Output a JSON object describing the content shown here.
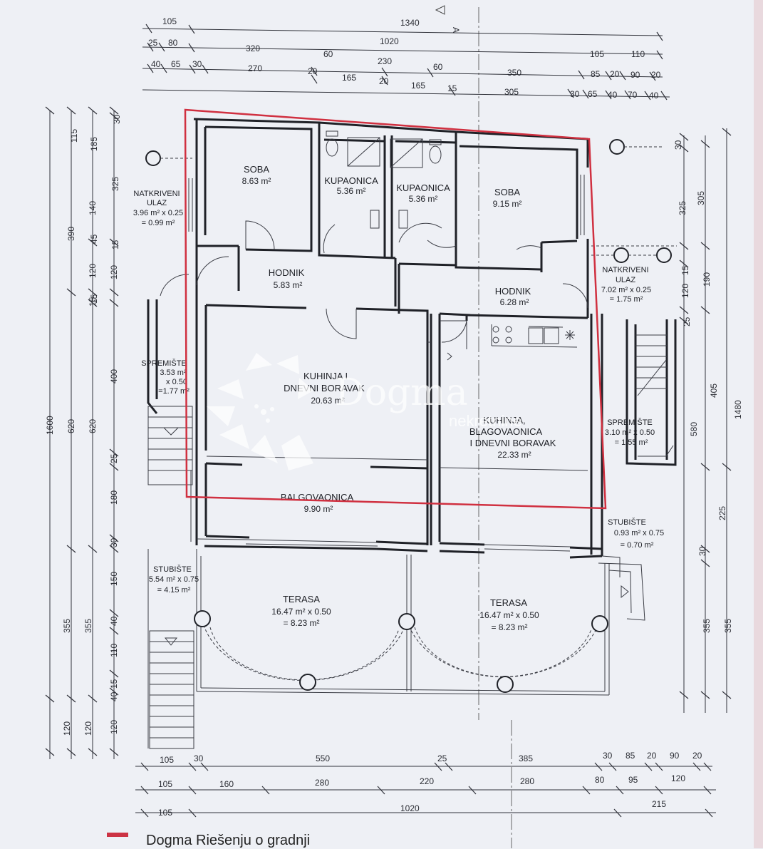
{
  "section_marker": "A",
  "top_dims": {
    "row1": [
      "105",
      "1340"
    ],
    "row2": [
      "25",
      "80",
      "1020"
    ],
    "row3": [
      "320",
      "60",
      "230",
      "60",
      "105",
      "110"
    ],
    "row4": [
      "40",
      "65",
      "30",
      "270",
      "20",
      "165",
      "20",
      "165",
      "15",
      "350",
      "85",
      "20",
      "90",
      "20"
    ],
    "row5": [
      "305",
      "30",
      "65",
      "40",
      "70",
      "40"
    ]
  },
  "left_dims": {
    "outer": [
      "1600",
      "390",
      "620",
      "355",
      "120"
    ],
    "mid": [
      "620",
      "355",
      "120"
    ],
    "inner": [
      "115",
      "185",
      "325",
      "140",
      "45",
      "120",
      "15",
      "400",
      "25",
      "180",
      "30",
      "150",
      "40",
      "110",
      "15",
      "40",
      "120"
    ],
    "inner2": [
      "30",
      "15",
      "120",
      "15"
    ]
  },
  "right_dims": [
    "30",
    "305",
    "325",
    "15",
    "120",
    "190",
    "25",
    "405",
    "1480",
    "580",
    "225",
    "30",
    "355",
    "355"
  ],
  "bottom_dims": {
    "row1": [
      "105",
      "30",
      "550",
      "25",
      "385",
      "30",
      "85",
      "20",
      "90",
      "20"
    ],
    "row2": [
      "105",
      "160",
      "280",
      "220",
      "280",
      "80",
      "95",
      "120"
    ],
    "row3": [
      "105",
      "1020",
      "215"
    ]
  },
  "rooms": {
    "soba1": {
      "name": "SOBA",
      "area": "8.63 m²"
    },
    "kup1": {
      "name": "KUPAONICA",
      "area": "5.36 m²"
    },
    "kup2": {
      "name": "KUPAONICA",
      "area": "5.36 m²"
    },
    "soba2": {
      "name": "SOBA",
      "area": "9.15 m²"
    },
    "hodnik1": {
      "name": "HODNIK",
      "area": "5.83 m²"
    },
    "hodnik2": {
      "name": "HODNIK",
      "area": "6.28 m²"
    },
    "kuhinja1": {
      "line1": "KUHINJA I",
      "line2": "DNEVNI BORAVAK",
      "area": "20.63 m²"
    },
    "kuhinja2": {
      "line1": "KUHINJA,",
      "line2": "BLAGOVAONICA",
      "line3": "I DNEVNI BORAVAK",
      "area": "22.33 m²"
    },
    "balgovaonica": {
      "name": "BALGOVAONICA",
      "area": "9.90 m²"
    },
    "ulaz1": {
      "line1": "NATKRIVENI",
      "line2": "ULAZ",
      "line3": "3.96 m² x 0.25",
      "line4": "= 0.99 m²"
    },
    "ulaz2": {
      "line1": "NATKRIVENI",
      "line2": "ULAZ",
      "line3": "7.02 m² x 0.25",
      "line4": "= 1.75 m²"
    },
    "spremiste1": {
      "line1": "SPREMIŠTE",
      "line2": "3.53 m²",
      "line3": "x 0.50",
      "line4": "=1.77 m²"
    },
    "spremiste2": {
      "line1": "SPREMIŠTE",
      "line2": "3.10 m² x 0.50",
      "line3": "= 1.55 m²"
    },
    "stubiste1": {
      "line1": "STUBIŠTE",
      "line2": "5.54 m² x 0.75",
      "line3": "= 4.15 m²"
    },
    "stubiste2": {
      "line1": "STUBIŠTE",
      "line2": "0.93 m² x 0.75",
      "line3": "= 0.70 m²"
    },
    "terasa1": {
      "name": "TERASA",
      "line2": "16.47 m² x 0.50",
      "line3": "= 8.23 m²"
    },
    "terasa2": {
      "name": "TERASA",
      "line2": "16.47 m² x 0.50",
      "line3": "= 8.23 m²"
    }
  },
  "watermark": {
    "brand": "Dogma",
    "sub": "nekretnine"
  },
  "footer": "Dogma Riešenju o gradnji",
  "colors": {
    "background": "#eef0f5",
    "wall": "#1f2127",
    "dim_line": "#30323a",
    "highlight": "#d03040",
    "watermark": "#ffffff"
  }
}
